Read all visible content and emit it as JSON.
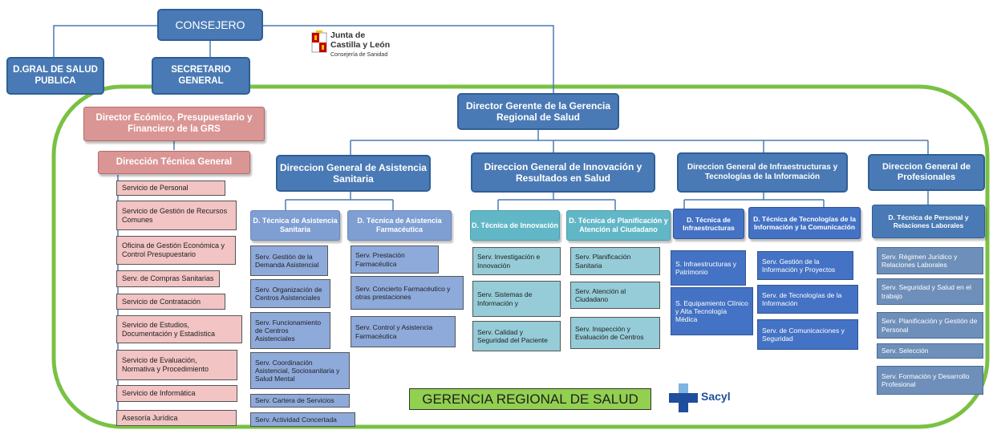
{
  "top": {
    "consejero": "CONSEJERO",
    "dgral_salud_publica": "D.GRAL DE SALUD PUBLICA",
    "secretario_general": "SECRETARIO GENERAL"
  },
  "logo": {
    "line1": "Junta de",
    "line2": "Castilla y León",
    "line3": "Consejería de Sanidad"
  },
  "left_branch": {
    "director_economico": "Director Ecómico, Presupuestario y Financiero de la GRS",
    "direccion_tecnica_general": "Dirección Técnica General",
    "items": [
      "Servicio de Personal",
      "Servicio de Gestión de Recursos Comunes",
      "Oficina de Gestión Económica y Control Presupuestario",
      "Serv. de Compras Sanitarias",
      "Servicio de Contratación",
      "Servicio de Estudios, Documentación y Estadística",
      "Servicio de Evaluación, Normativa y Procedimiento",
      "Servicio de Informática",
      "Asesoría Jurídica"
    ]
  },
  "director_gerente": "Director Gerente de la Gerencia Regional de Salud",
  "asistencia": {
    "title": "Direccion General de Asistencia Sanitaria",
    "tecnica_asistencia": "D. Técnica de Asistencia Sanitaria",
    "tecnica_asistencia_items": [
      "Serv. Gestión de la Demanda Asistencial",
      "Serv. Organización de Centros Asistenciales",
      "Serv. Funcionamiento de Centros Asistenciales",
      "Serv. Coordinación Asistencial, Sociosanitaria y Salud Mental",
      "Serv. Cartera de Servicios",
      "Serv. Actividad Concertada"
    ],
    "tecnica_farmaceutica": "D. Técnica de Asistencia Farmacéutica",
    "tecnica_farmaceutica_items": [
      "Serv. Prestación Farmacéutica",
      "Serv. Concierto Farmacéutico y otras prestaciones",
      "Serv. Control y Asistencia Farmacéutica"
    ]
  },
  "innovacion": {
    "title": "Direccion General de Innovación y Resultados en Salud",
    "tecnica_innovacion": "D. Técnica de Innovación",
    "tecnica_innovacion_items": [
      "Serv. Investigación e Innovación",
      "Serv. Sistemas de Información y",
      "Serv. Calidad y Seguridad del Paciente"
    ],
    "tecnica_planificacion": "D. Técnica de Planificación y Atención al Ciudadano",
    "tecnica_planificacion_items": [
      "Serv. Planificación Sanitaria",
      "Serv. Atención al Ciudadano",
      "Serv. Inspección y Evaluación de Centros"
    ]
  },
  "infraestructuras": {
    "title": "Direccion General de Infraestructuras y Tecnologías de la Información",
    "tecnica_infra": "D. Técnica de Infraestructuras",
    "tecnica_infra_items": [
      "S. Infraestructuras y Patrimonio",
      "S. Equipamiento Clínico y Alta Tecnología Médica"
    ],
    "tecnica_tic": "D. Técnica de Tecnologías de la Información y la Comunicación",
    "tecnica_tic_items": [
      "Serv. Gestión de la Información y Proyectos",
      "Serv. de Tecnologías de la Información",
      "Serv. de Comunicaciones y Seguridad"
    ]
  },
  "profesionales": {
    "title": "Direccion General de Profesionales",
    "tecnica_personal": "D. Técnica de Personal y Relaciones Laborales",
    "tecnica_personal_items": [
      "Serv. Régimen Jurídico y Relaciones Laborales",
      "Serv. Seguridad y Salud en el trabajo",
      "Serv. Planificación y Gestión de Personal",
      "Serv.  Selección",
      "Serv.  Formación y Desarrollo Profesional"
    ]
  },
  "gerencia_label": "GERENCIA REGIONAL DE SALUD",
  "sacyl": "Sacyl",
  "colors": {
    "dark_blue": "#4a7ab5",
    "rose": "#da9694",
    "pink_item": "#f2c4c4",
    "light_blue": "#8eaadb",
    "teal": "#62b7c7",
    "royal_blue": "#4472c4",
    "green_border": "#7ac143",
    "gerencia_fill": "#92d050"
  }
}
